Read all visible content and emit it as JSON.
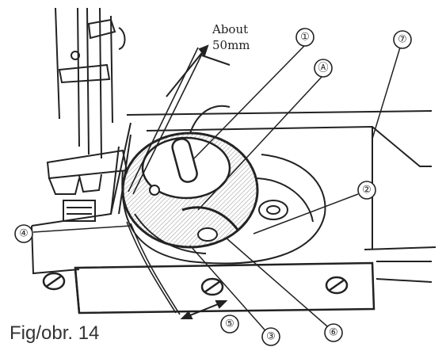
{
  "annotation": {
    "line1": "About",
    "line2": "50mm"
  },
  "caption": "Fig/obr. 14",
  "callouts": [
    {
      "id": "c1",
      "label": "①"
    },
    {
      "id": "cA",
      "label": "Ⓐ"
    },
    {
      "id": "c7",
      "label": "⑦"
    },
    {
      "id": "c2",
      "label": "②"
    },
    {
      "id": "c4",
      "label": "④"
    },
    {
      "id": "c5",
      "label": "⑤"
    },
    {
      "id": "c3",
      "label": "③"
    },
    {
      "id": "c6",
      "label": "⑥"
    }
  ],
  "colors": {
    "ink": "#222222",
    "paper": "#ffffff",
    "shade": "#7a7a7a"
  }
}
